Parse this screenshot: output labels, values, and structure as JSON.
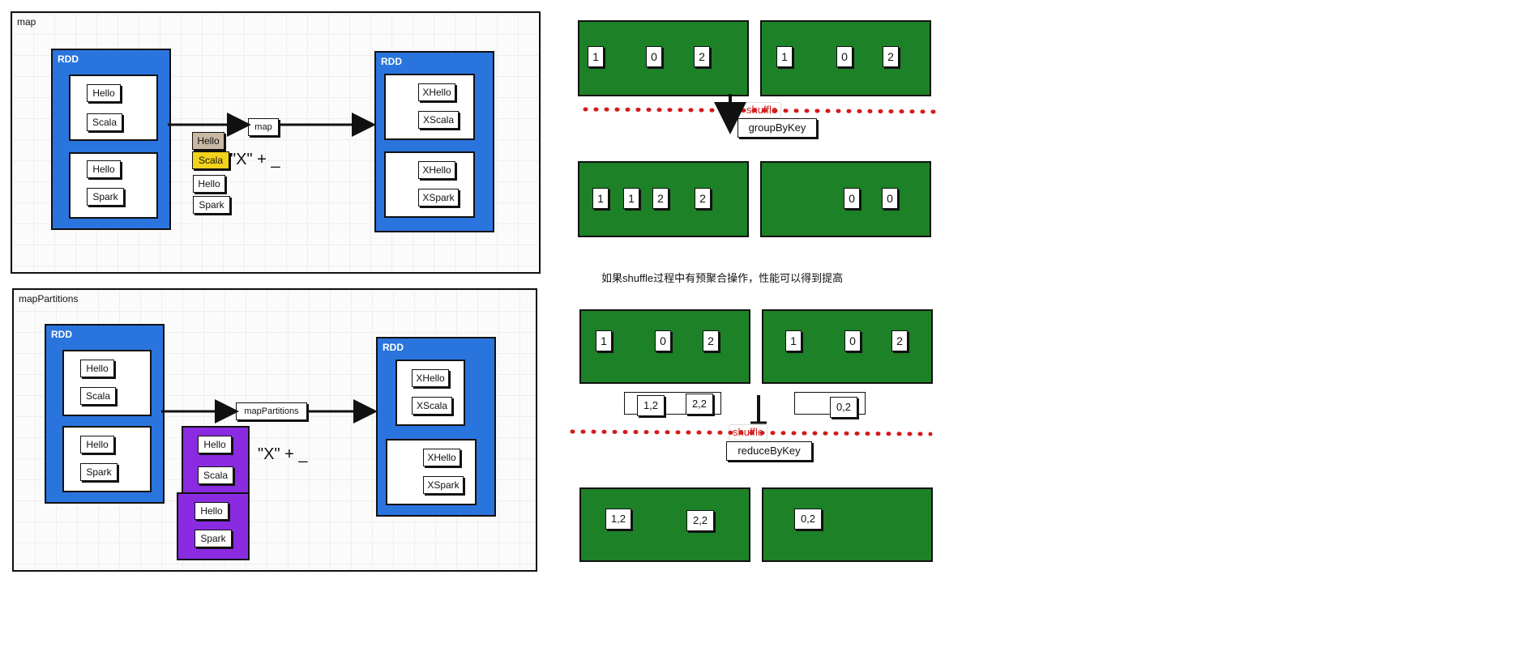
{
  "map_panel": {
    "title": "map",
    "source_rdd": {
      "label": "RDD",
      "partitions": [
        [
          "Hello",
          "Scala"
        ],
        [
          "Hello",
          "Spark"
        ]
      ]
    },
    "operator": "map",
    "moving_elements": [
      "Hello",
      "Scala",
      "Hello",
      "Spark"
    ],
    "function": "\"X\" + _",
    "target_rdd": {
      "label": "RDD",
      "partitions": [
        [
          "XHello",
          "XScala"
        ],
        [
          "XHello",
          "XSpark"
        ]
      ]
    }
  },
  "mappartitions_panel": {
    "title": "mapPartitions",
    "source_rdd": {
      "label": "RDD",
      "partitions": [
        [
          "Hello",
          "Scala"
        ],
        [
          "Hello",
          "Spark"
        ]
      ]
    },
    "operator": "mapPartitions",
    "moving_partitions": [
      [
        "Hello",
        "Scala"
      ],
      [
        "Hello",
        "Spark"
      ]
    ],
    "function": "\"X\" + _",
    "target_rdd": {
      "label": "RDD",
      "partitions": [
        [
          "XHello",
          "XScala"
        ],
        [
          "XHello",
          "XSpark"
        ]
      ]
    }
  },
  "groupbykey_panel": {
    "input_partitions": [
      [
        "1",
        "0",
        "2"
      ],
      [
        "1",
        "0",
        "2"
      ]
    ],
    "shuffle_label": "shuffle",
    "operator": "groupByKey",
    "output_partitions": [
      [
        "1",
        "1",
        "2",
        "2"
      ],
      [
        "0",
        "0"
      ]
    ]
  },
  "note": "如果shuffle过程中有预聚合操作，性能可以得到提高",
  "reducebykey_panel": {
    "input_partitions": [
      [
        "1",
        "0",
        "2"
      ],
      [
        "1",
        "0",
        "2"
      ]
    ],
    "combined": [
      [
        "1,2",
        "2,2"
      ],
      [
        "0,2"
      ]
    ],
    "shuffle_label": "shuffle",
    "operator": "reduceByKey",
    "output_partitions": [
      [
        "1,2",
        "2,2"
      ],
      [
        "0,2"
      ]
    ]
  },
  "colors": {
    "rdd_blue": "#2a74de",
    "partition_green": "#1d8127",
    "mappartitions_purple": "#8a2be2",
    "highlight_yellow": "#f2d21b",
    "shuffle_red": "#d31b1b"
  }
}
